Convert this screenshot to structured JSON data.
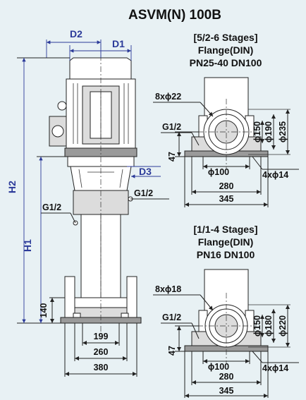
{
  "title": "ASVM(N) 100B",
  "main_pump": {
    "d2": "D2",
    "d1": "D1",
    "d3": "D3",
    "h2": "H2",
    "h1": "H1",
    "g12_right": "G1/2",
    "g12_left": "G1/2",
    "dim_140": "140",
    "dim_199": "199",
    "dim_260": "260",
    "dim_380": "380"
  },
  "flange_top": {
    "heading_1": "[5/2-6 Stages]",
    "heading_2": "Flange(DIN)",
    "heading_3": "PN25-40 DN100",
    "holes": "8xϕ22",
    "g12": "G1/2",
    "d150": "ϕ150",
    "d190": "ϕ190",
    "d235": "ϕ235",
    "dim_47": "47",
    "d100": "ϕ100",
    "bolts": "4xϕ14",
    "dim_280": "280",
    "dim_345": "345"
  },
  "flange_bottom": {
    "heading_1": "[1/1-4 Stages]",
    "heading_2": "Flange(DIN)",
    "heading_3": "PN16 DN100",
    "holes": "8xϕ18",
    "g12": "G1/2",
    "d150": "ϕ150",
    "d180": "ϕ180",
    "d220": "ϕ220",
    "dim_47": "47",
    "d100": "ϕ100",
    "bolts": "4xϕ14",
    "dim_280": "280",
    "dim_345": "345"
  }
}
